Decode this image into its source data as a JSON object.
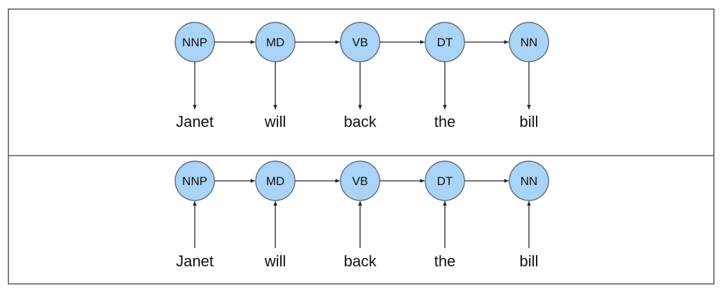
{
  "colors": {
    "node_fill": "#a9d3f7",
    "node_stroke": "#5a6a7a",
    "edge": "#222222",
    "frame": "#555555"
  },
  "panels": [
    {
      "direction": "tag-to-word",
      "tags": [
        "NNP",
        "MD",
        "VB",
        "DT",
        "NN"
      ],
      "words": [
        "Janet",
        "will",
        "back",
        "the",
        "bill"
      ]
    },
    {
      "direction": "word-to-tag",
      "tags": [
        "NNP",
        "MD",
        "VB",
        "DT",
        "NN"
      ],
      "words": [
        "Janet",
        "will",
        "back",
        "the",
        "bill"
      ]
    }
  ]
}
